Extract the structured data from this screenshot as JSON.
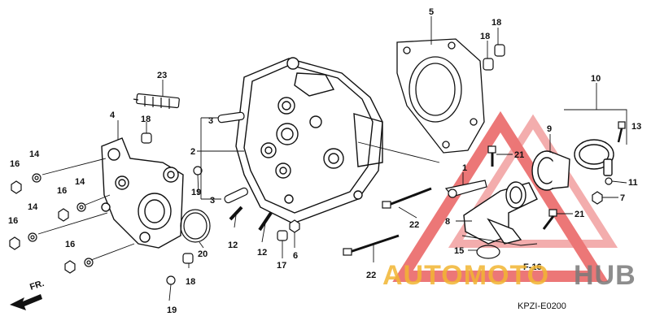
{
  "callouts": {
    "c1": "1",
    "c2": "2",
    "c3a": "3",
    "c3b": "3",
    "c4": "4",
    "c5": "5",
    "c6": "6",
    "c7": "7",
    "c8": "8",
    "c9": "9",
    "c10": "10",
    "c11": "11",
    "c12a": "12",
    "c12b": "12",
    "c13": "13",
    "c14a": "14",
    "c14b": "14",
    "c14c": "14",
    "c15": "15",
    "c16a": "16",
    "c16b": "16",
    "c16c": "16",
    "c16d": "16",
    "c17": "17",
    "c18a": "18",
    "c18b": "18",
    "c18c": "18",
    "c18d": "18",
    "c19a": "19",
    "c19b": "19",
    "c20": "20",
    "c21a": "21",
    "c21b": "21",
    "c22a": "22",
    "c22b": "22",
    "c23": "23"
  },
  "ref_label": "F-16",
  "direction_label": "FR.",
  "diagram_code": "KPZI-E0200",
  "watermark": {
    "part1": "AUTOMOTO",
    "part2": "HUB",
    "color1": "#f2b632",
    "color2": "#7a7a7a",
    "triangle_color": "#e64a4a"
  }
}
